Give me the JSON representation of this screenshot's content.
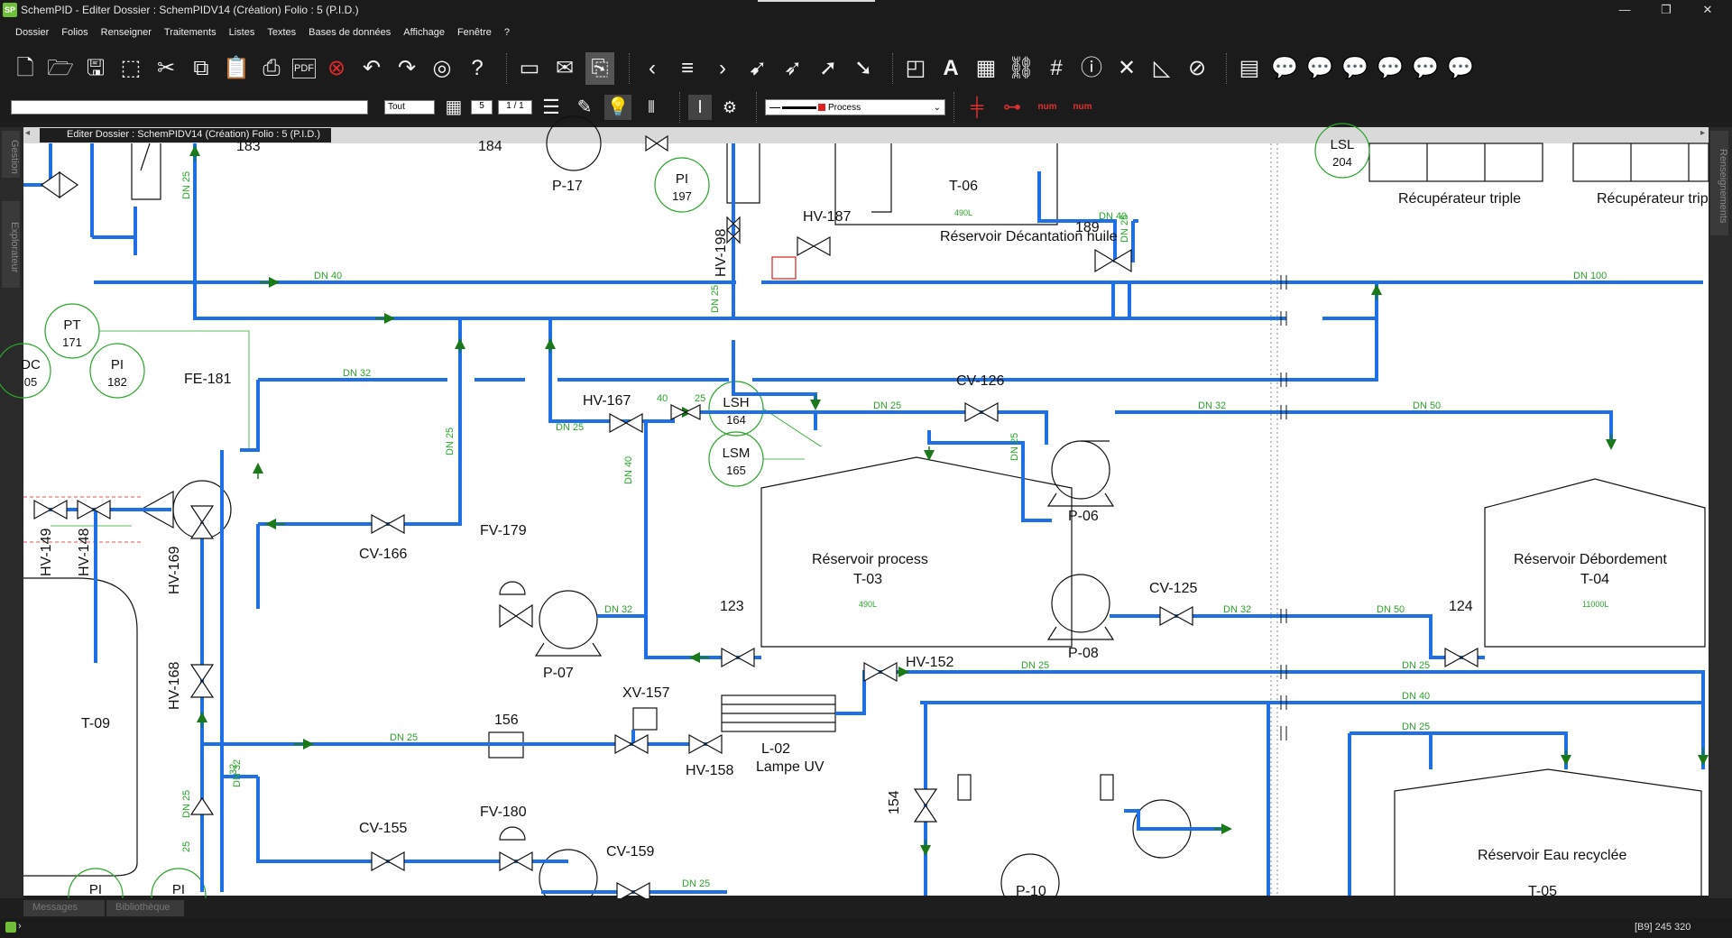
{
  "window": {
    "title": "SchemPID - Editer  Dossier : SchemPIDV14  (Création)  Folio : 5  (P.I.D.)",
    "app_icon_text": "SP",
    "minimize": "—",
    "maximize": "❐",
    "close": "✕"
  },
  "menu": [
    "Dossier",
    "Folios",
    "Renseigner",
    "Traitements",
    "Listes",
    "Textes",
    "Bases de données",
    "Affichage",
    "Fenêtre",
    "?"
  ],
  "toolbar2": {
    "filter_value": "Tout",
    "page_value": "5",
    "page_count": "1 / 1",
    "line_type": "Process"
  },
  "doc_tab": "Editer  Dossier : SchemPIDV14  (Création)  Folio : 5  (P.I.D.)",
  "side_left": [
    "Gestion",
    "Explorateur"
  ],
  "side_right": [
    "Renseignements"
  ],
  "bottom_tabs": [
    "Messages",
    "Bibliothèque"
  ],
  "status": {
    "coords": "[B9]  245  320"
  },
  "colors": {
    "process_line": "#1f6fe6",
    "instrument_green": "#2aa52a",
    "signal_red": "#d02020"
  },
  "diagram": {
    "tags": {
      "p17": "P-17",
      "t06": "T-06",
      "t06_vol": "490L",
      "t06_name": "Réservoir Décantation huile",
      "hv187": "HV-187",
      "v189": "189",
      "pi197_a": "PI",
      "pi197_b": "197",
      "hv198": "HV-198",
      "lsl204_a": "LSL",
      "lsl204_b": "204",
      "recup1": "Récupérateur triple",
      "recup2": "Récupérateur trip",
      "n183": "183",
      "n184": "184",
      "pt171_a": "PT",
      "pt171_b": "171",
      "dc105_a": "DC",
      "dc105_b": "05",
      "pi182_a": "PI",
      "pi182_b": "182",
      "fe181": "FE-181",
      "hv149": "HV-149",
      "hv148": "HV-148",
      "hv169": "HV-169",
      "hv168": "HV-168",
      "t09": "T-09",
      "hv167": "HV-167",
      "fv179": "FV-179",
      "cv166": "CV-166",
      "p07": "P-07",
      "lsh164_a": "LSH",
      "lsh164_b": "164",
      "lsm165_a": "LSM",
      "lsm165_b": "165",
      "n123": "123",
      "t03_name": "Réservoir process",
      "t03": "T-03",
      "t03_vol": "490L",
      "cv126": "CV-126",
      "p06": "P-06",
      "p08": "P-08",
      "cv125": "CV-125",
      "n124": "124",
      "t04_name": "Réservoir Débordement",
      "t04": "T-04",
      "t04_vol": "11000L",
      "hv152": "HV-152",
      "n156": "156",
      "xv157": "XV-157",
      "hv158": "HV-158",
      "l02": "L-02",
      "l02_name": "Lampe UV",
      "cv155": "CV-155",
      "fv180": "FV-180",
      "cv159": "CV-159",
      "n154": "154",
      "t05_name": "Réservoir Eau recyclée",
      "t05": "T-05",
      "pi_a": "PI",
      "pi_b": "PI",
      "p10": "P-10"
    },
    "dn_labels": {
      "dn40_a": "DN 40",
      "dn40_b": "DN 40",
      "dn100": "DN 100",
      "dn32_a": "DN 32",
      "dn25_a": "DN 25",
      "dn25_b": "DN 25",
      "dn32_b": "DN 32",
      "dn50_a": "DN 50",
      "dn25_c": "DN 25",
      "dn32_c": "DN 32",
      "dn32_d": "DN 32",
      "dn50_b": "DN 50",
      "dn25_d": "DN 25",
      "dn25_e": "DN 25",
      "dn25_f": "DN 25",
      "dn40_c": "DN 40",
      "dn25_g": "DN 25",
      "dn32_e": "DN 32",
      "dn25_h": "DN 25",
      "dn40_d": "DN 40",
      "dn25_v1": "DN 25",
      "dn25_v2": "DN 25",
      "dn25_v3": "DN 25",
      "dn25_v4": "DN 25",
      "dn25_v5": "DN 25",
      "n40": "40",
      "n25": "25",
      "n32": "32",
      "n25b": "25"
    }
  }
}
